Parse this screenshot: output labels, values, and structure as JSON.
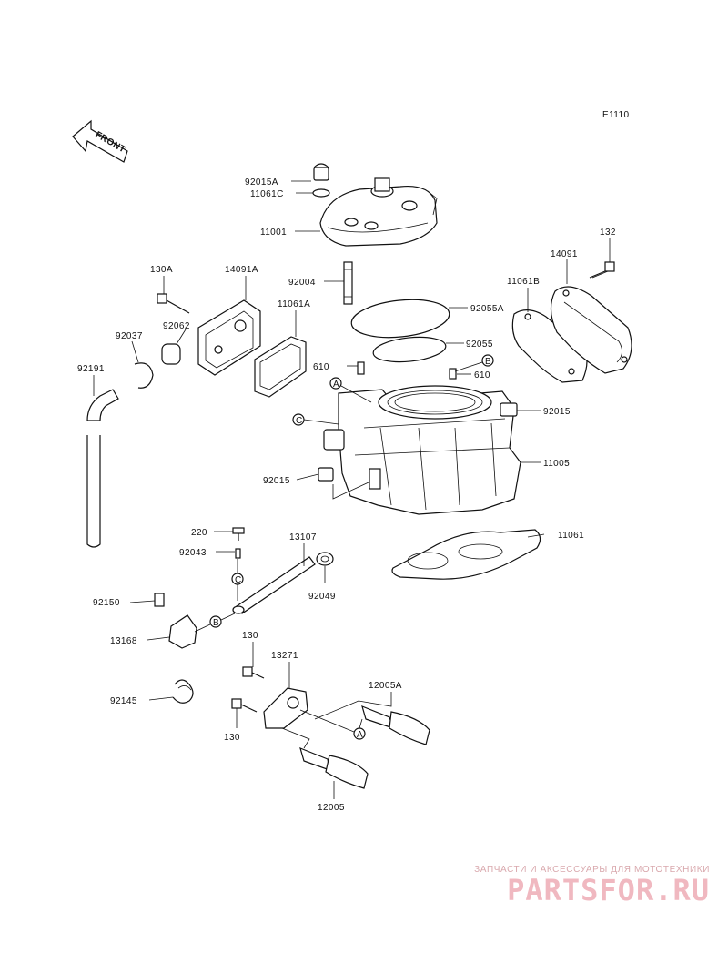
{
  "diagram_code": "E1110",
  "front_label": "FRONT",
  "labels": {
    "p92015A": "92015A",
    "p11061C": "11061C",
    "p11001": "11001",
    "p92004": "92004",
    "p92055A": "92055A",
    "p92055": "92055",
    "p610a": "610",
    "p610b": "610",
    "p132": "132",
    "p14091": "14091",
    "p11061B": "11061B",
    "p92015b": "92015",
    "p11005": "11005",
    "p92015c": "92015",
    "p130A": "130A",
    "p14091A": "14091A",
    "p11061A": "11061A",
    "p92062": "92062",
    "p92037": "92037",
    "p92191": "92191",
    "p11061": "11061",
    "p220": "220",
    "p13107": "13107",
    "p92043": "92043",
    "p92049": "92049",
    "p92150": "92150",
    "p13168": "13168",
    "p130a": "130",
    "p13271": "13271",
    "p12005A": "12005A",
    "p92145": "92145",
    "p130b": "130",
    "p12005": "12005"
  },
  "callouts": {
    "A": "A",
    "B": "B",
    "C": "C"
  },
  "watermark": {
    "tagline": "ЗАПЧАСТИ И АКСЕССУАРЫ ДЛЯ МОТОТЕХНИКИ",
    "brand": "PARTSFOR.RU"
  }
}
